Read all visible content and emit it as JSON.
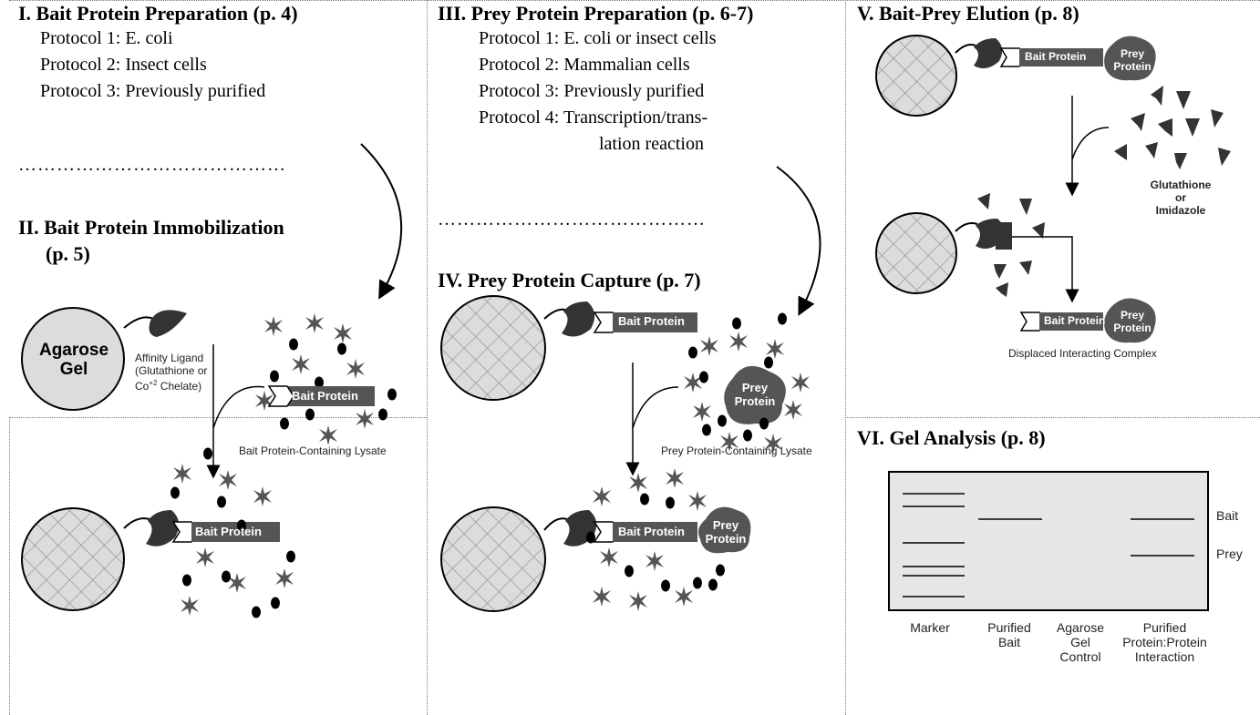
{
  "col1": {
    "section1_title": "I.  Bait Protein Preparation (p.  4)",
    "section1_items": [
      "Protocol 1: E. coli",
      "Protocol 2: Insect cells",
      "Protocol 3: Previously purified"
    ],
    "dots": "……………………………………",
    "section2_title_line1": "II. Bait Protein Immobilization",
    "section2_title_line2": "(p. 5)",
    "agarose_line1": "Agarose",
    "agarose_line2": "Gel",
    "ligand_line1": "Affinity Ligand",
    "ligand_line2": "(Glutathione or",
    "ligand_line3": "Co+2 Chelate)",
    "bait_label": "Bait Protein",
    "lysate_label": "Bait Protein-Containing Lysate"
  },
  "col2": {
    "section3_title": "III. Prey Protein Preparation (p. 6-7)",
    "section3_items": [
      "Protocol 1: E. coli or insect cells",
      "Protocol 2: Mammalian cells",
      "Protocol 3: Previously purified",
      "Protocol 4: Transcription/trans-"
    ],
    "section3_item4_cont": "lation reaction",
    "dots": "……………………………………",
    "section4_title": "IV. Prey Protein Capture (p. 7)",
    "bait_label": "Bait Protein",
    "prey_line1": "Prey",
    "prey_line2": "Protein",
    "lysate_label": "Prey Protein-Containing Lysate"
  },
  "col3": {
    "section5_title": "V. Bait-Prey Elution (p. 8)",
    "bait_label": "Bait Protein",
    "prey_line1": "Prey",
    "prey_line2": "Protein",
    "eluent_line1": "Glutathione",
    "eluent_line2": "or",
    "eluent_line3": "Imidazole",
    "complex_label": "Displaced Interacting Complex",
    "section6_title": "VI. Gel Analysis (p. 8)",
    "band_bait": "Bait",
    "band_prey": "Prey",
    "lanes": [
      {
        "line1": "Marker",
        "line2": "",
        "line3": ""
      },
      {
        "line1": "Purified",
        "line2": "Bait",
        "line3": ""
      },
      {
        "line1": "Agarose",
        "line2": "Gel",
        "line3": "Control"
      },
      {
        "line1": "Purified",
        "line2": "Protein:Protein",
        "line3": "Interaction"
      }
    ]
  }
}
